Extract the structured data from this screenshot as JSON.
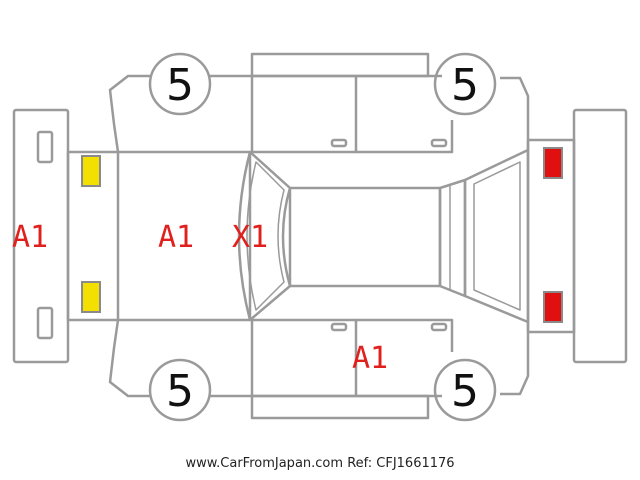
{
  "tyres": {
    "front_left": "5",
    "front_right": "5",
    "rear_left": "5",
    "rear_right": "5"
  },
  "damage_marks": {
    "front_bumper": "A1",
    "hood": "A1",
    "windshield": "X1",
    "left_rear_door": "A1"
  },
  "footer": {
    "site": "www.CarFromJapan.com",
    "ref": "Ref: CFJ1661176"
  },
  "colors": {
    "line": "#9a9a9a",
    "mark_text": "#e0201c",
    "headlight_fill": "#f4e000",
    "taillight_fill": "#e01010"
  }
}
